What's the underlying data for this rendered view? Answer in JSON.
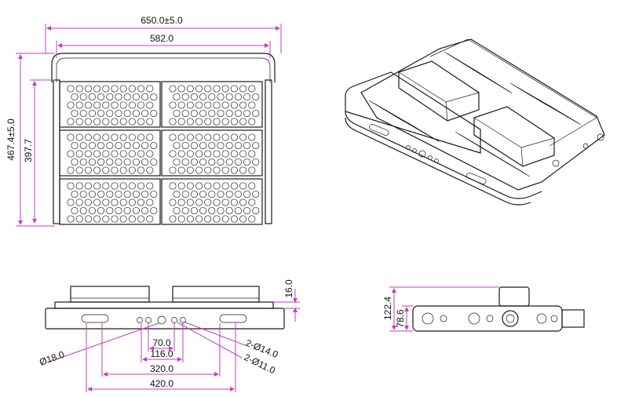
{
  "dimensions": {
    "front": {
      "overall_width": "650.0±5.0",
      "module_width": "582.0",
      "overall_height": "467.4±5.0",
      "module_height": "397.7"
    },
    "bottom": {
      "height": "16.0",
      "hole_large": "Ø18.0",
      "hole_mid": "2-Ø14.0",
      "hole_small": "2-Ø11.0",
      "span_70": "70.0",
      "span_116": "116.0",
      "span_320": "320.0",
      "span_420": "420.0"
    },
    "side": {
      "height_1": "122.4",
      "height_2": "78.6"
    }
  },
  "colors": {
    "dimension_line": "#c23fc2",
    "outline": "#1a1a1a"
  }
}
